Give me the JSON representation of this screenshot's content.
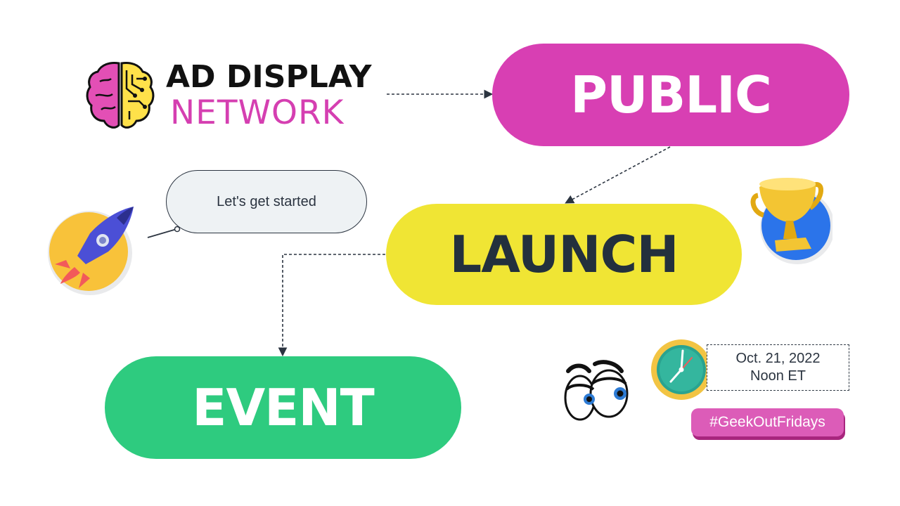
{
  "logo": {
    "line1": "AD DISPLAY",
    "line2": "NETWORK",
    "brain_left_color": "#e34fb5",
    "brain_right_color": "#ffe14a",
    "icon": "brain-circuit-icon"
  },
  "flow": {
    "public": {
      "label": "PUBLIC",
      "color": "#d83fb3"
    },
    "launch": {
      "label": "LAUNCH",
      "color": "#f0e534"
    },
    "event": {
      "label": "EVENT",
      "color": "#2ecb7f"
    }
  },
  "bubble": {
    "text": "Let's get started"
  },
  "schedule": {
    "date": "Oct. 21, 2022",
    "time": "Noon ET"
  },
  "hashtag": "#GeekOutFridays",
  "icons": [
    "rocket-icon",
    "trophy-icon",
    "clock-icon",
    "cartoon-eyes-icon"
  ]
}
